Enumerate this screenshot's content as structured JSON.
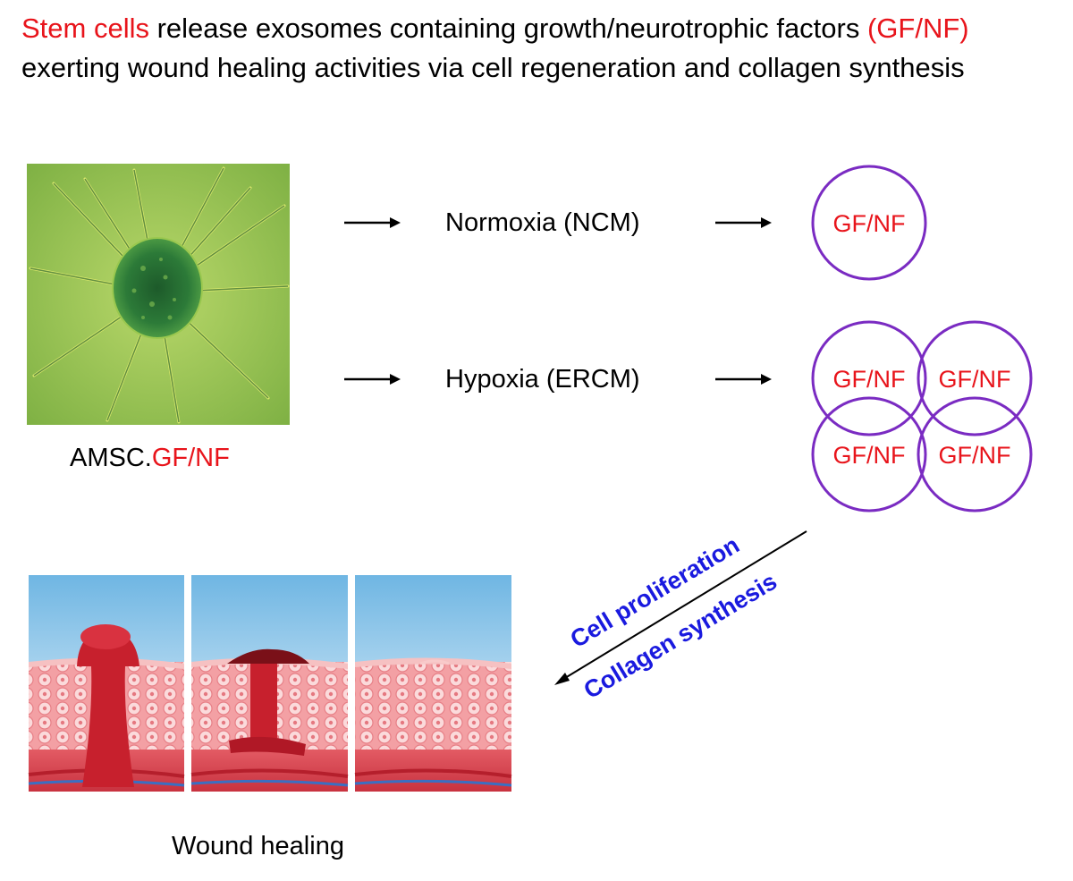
{
  "headline": {
    "line1_highlight": "Stem cells",
    "line1_middle": " release exosomes containing growth/neurotrophic factors ",
    "line1_tag": "(GF/NF)",
    "line2": "exerting wound healing activities via cell regeneration and collagen synthesis"
  },
  "stem_cell": {
    "caption_prefix": "AMSC.",
    "caption_factor": "GF/NF"
  },
  "conditions": {
    "normoxia": "Normoxia (NCM)",
    "hypoxia": "Hypoxia (ERCM)"
  },
  "exosomes": {
    "normoxia_label": "GF/NF",
    "hypoxia_labels": [
      "GF/NF",
      "GF/NF",
      "GF/NF",
      "GF/NF"
    ]
  },
  "effects": {
    "line1": "Cell proliferation",
    "line2": "Collagen synthesis"
  },
  "wound": {
    "caption": "Wound healing"
  },
  "colors": {
    "highlight": "#e8141b",
    "circle_stroke": "#7a2bc2",
    "effect_text": "#1a1adf"
  }
}
